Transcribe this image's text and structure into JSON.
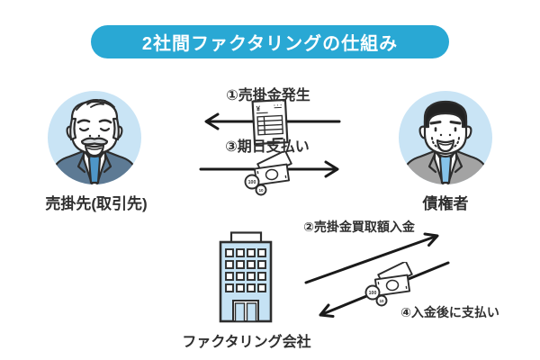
{
  "title": "2社間ファクタリングの仕組み",
  "actors": {
    "seller": {
      "label": "売掛先(取引先)"
    },
    "creditor": {
      "label": "債権者"
    },
    "factoring": {
      "label": "ファクタリング会社"
    }
  },
  "flows": {
    "receivable": {
      "label": "①売掛金発生"
    },
    "due_payment": {
      "label": "③期日支払い"
    },
    "purchase_deposit": {
      "label": "②売掛金買取額入金"
    },
    "after_payment": {
      "label": "④入金後に支払い"
    }
  },
  "icons": {
    "coin_100": "100",
    "coin_10": "10",
    "yen_mark": "¥"
  },
  "colors": {
    "banner": "#29a8d4",
    "avatar_bg": "#c9e4f5",
    "building_fill": "#c5e2f4",
    "outline": "#2d2d2d",
    "arrow": "#1a1a1a",
    "text": "#2f2f2f",
    "suit_left": "#5d7a94",
    "tie_left": "#4e96c8",
    "suit_right": "#a3a3a3",
    "tie_right": "#85c3ea"
  }
}
